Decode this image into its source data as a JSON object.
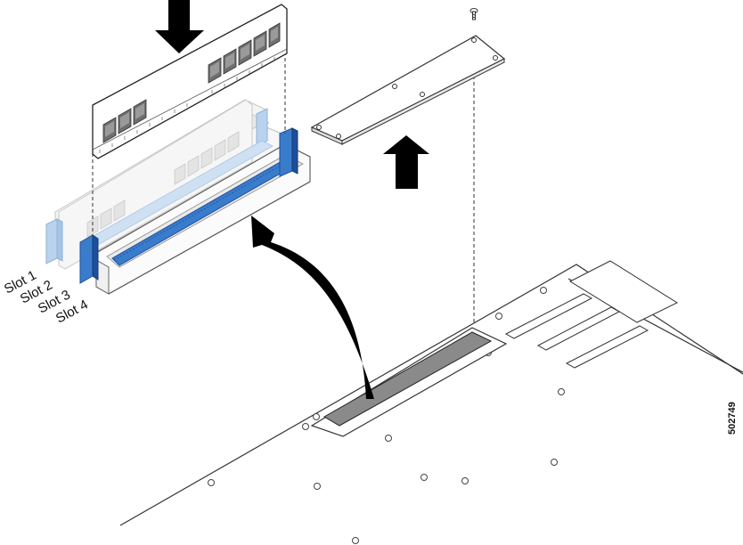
{
  "figure": {
    "slot_labels": [
      "Slot 1",
      "Slot 2",
      "Slot 3",
      "Slot 4"
    ],
    "figure_number": "502749"
  },
  "colors": {
    "slot_active": "#3a7ccc",
    "slot_active_dark": "#1d4f9c",
    "slot_faded": "#b9d3ee",
    "opening": "#8a8a8a",
    "arrow": "#000000",
    "line": "#333333",
    "chip": "#6f6f6f"
  },
  "icons": {
    "push_down": "arrow-down-icon",
    "lift_up": "arrow-up-icon",
    "flow": "curved-arrow-icon",
    "fastener": "screw-icon"
  }
}
